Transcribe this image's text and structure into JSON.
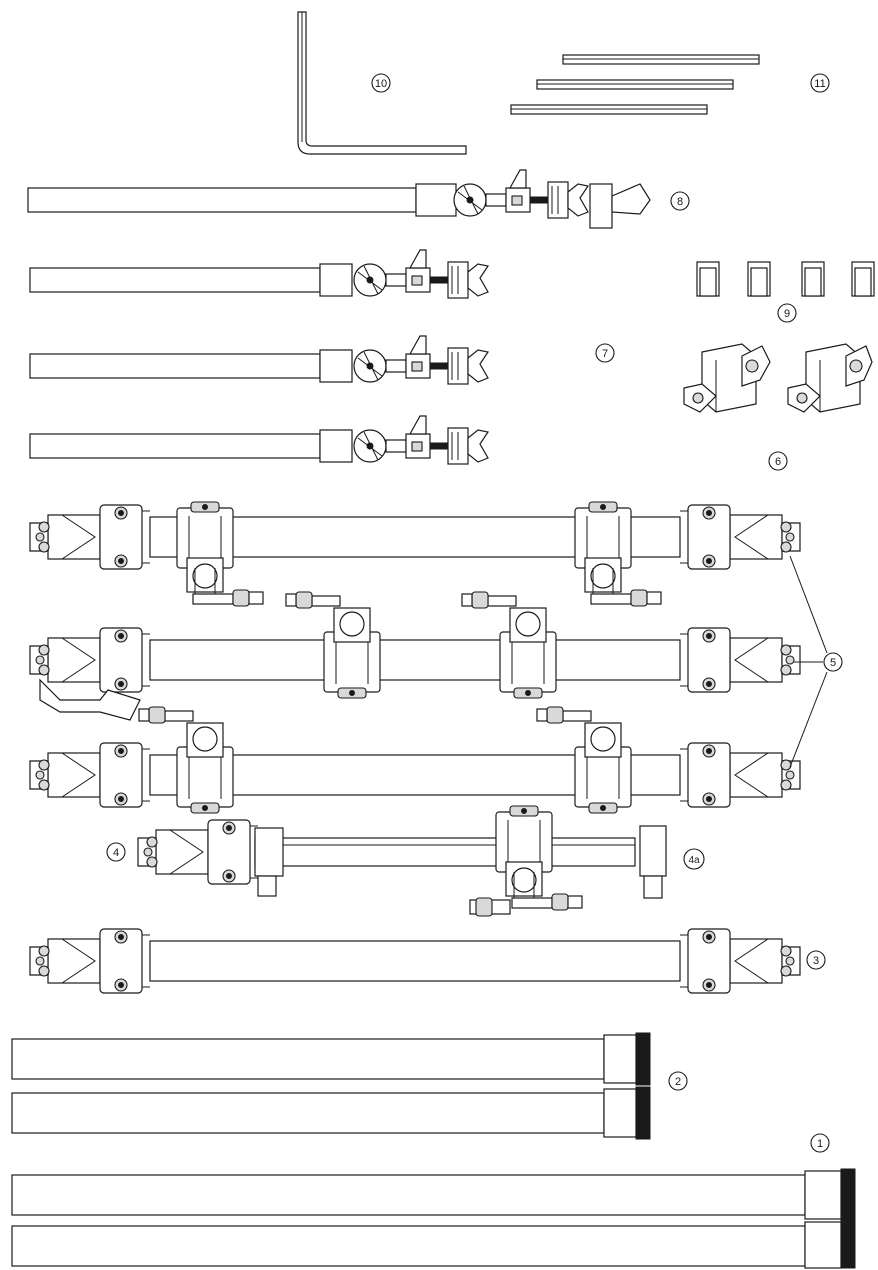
{
  "callouts": [
    {
      "id": "c1",
      "label": "1"
    },
    {
      "id": "c2",
      "label": "2"
    },
    {
      "id": "c3",
      "label": "3"
    },
    {
      "id": "c4",
      "label": "4"
    },
    {
      "id": "c4a",
      "label": "4a"
    },
    {
      "id": "c5",
      "label": "5"
    },
    {
      "id": "c6",
      "label": "6"
    },
    {
      "id": "c7",
      "label": "7"
    },
    {
      "id": "c8",
      "label": "8"
    },
    {
      "id": "c9",
      "label": "9"
    },
    {
      "id": "c10",
      "label": "10"
    },
    {
      "id": "c11",
      "label": "11"
    }
  ]
}
